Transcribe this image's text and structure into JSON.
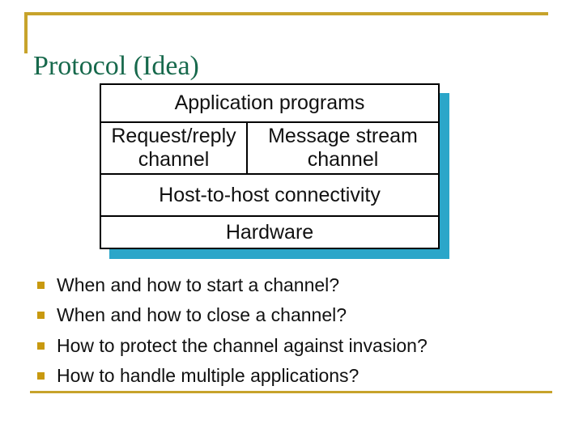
{
  "slide": {
    "title": "Protocol (Idea)"
  },
  "diagram": {
    "layers": {
      "applications": "Application programs",
      "request_reply_channel": "Request/reply channel",
      "message_stream_channel": "Message stream channel",
      "host_connectivity": "Host-to-host connectivity",
      "hardware": "Hardware"
    },
    "shadow_color": "#2BA6C9",
    "border_color": "#000000"
  },
  "bullets": {
    "items": [
      "When and how to start a channel?",
      "When and how to close a channel?",
      "How to protect the channel against invasion?",
      "How to handle multiple applications?"
    ]
  },
  "colors": {
    "title_green": "#17694C",
    "rule_gold": "#C7A32B",
    "bullet_gold": "#C8990F"
  }
}
